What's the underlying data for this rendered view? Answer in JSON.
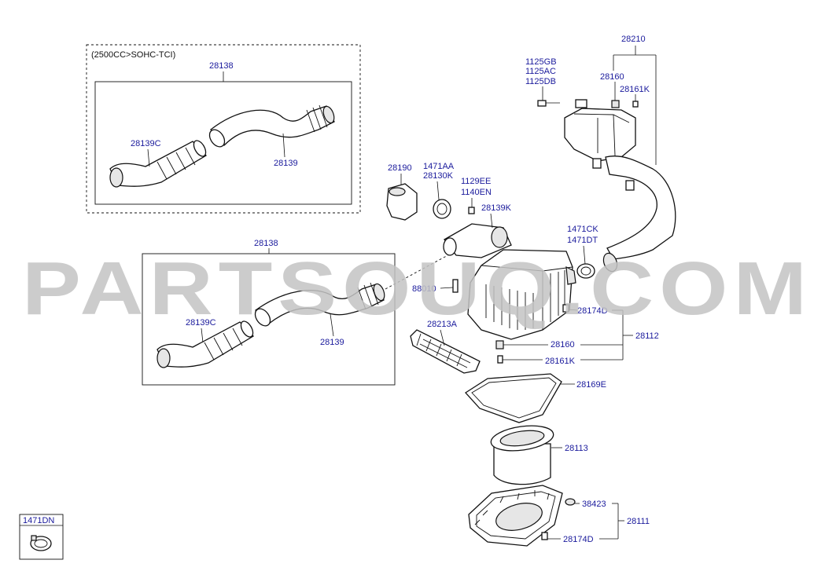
{
  "variant_note": "(2500CC>SOHC-TCI)",
  "watermark": "PARTSOUQ.COM",
  "legend_code": "1471DN",
  "labels": {
    "l28210": "28210",
    "l1125gb": "1125GB",
    "l1125ac": "1125AC",
    "l1125db": "1125DB",
    "l28160a": "28160",
    "l28161ka": "28161K",
    "l28138a": "28138",
    "l28139ca": "28139C",
    "l28139a": "28139",
    "l28190": "28190",
    "l1471aa": "1471AA",
    "l28130k": "28130K",
    "l1129ee": "1129EE",
    "l1140en": "1140EN",
    "l28139k": "28139K",
    "l1471ck": "1471CK",
    "l1471dt": "1471DT",
    "l28138b": "28138",
    "l28139cb": "28139C",
    "l28139b": "28139",
    "l88010": "88010",
    "l28174da": "28174D",
    "l28112": "28112",
    "l28213a": "28213A",
    "l28160b": "28160",
    "l28161kb": "28161K",
    "l28169e": "28169E",
    "l28113": "28113",
    "l38423": "38423",
    "l28111": "28111",
    "l28174db": "28174D"
  }
}
